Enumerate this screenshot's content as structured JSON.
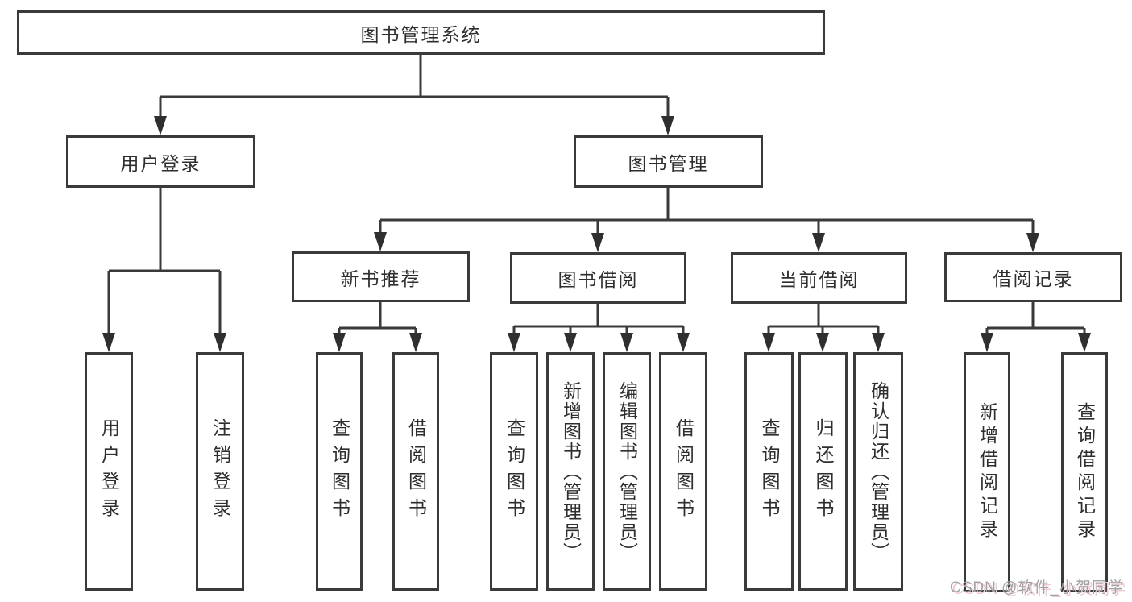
{
  "diagram_title": "图书管理系统",
  "nodes": {
    "root": "图书管理系统",
    "user_login": "用户登录",
    "book_mgmt": "图书管理",
    "recommend": "新书推荐",
    "borrow": "图书借阅",
    "current": "当前借阅",
    "records": "借阅记录"
  },
  "leaves": {
    "user": [
      "用户登录",
      "注销登录"
    ],
    "recommend": [
      "查询图书",
      "借阅图书"
    ],
    "borrow": [
      "查询图书",
      "新增图书（管理员）",
      "编辑图书（管理员）",
      "借阅图书"
    ],
    "current": [
      "查询图书",
      "归还图书",
      "确认归还（管理员）"
    ],
    "records": [
      "新增借阅记录",
      "查询借阅记录"
    ]
  },
  "watermark": "CSDN @软件_小贺同学",
  "colors": {
    "line": "#3a3a3a",
    "text": "#2e2e2e",
    "background": "#ffffff",
    "watermark_gray": "#9fa2a6",
    "watermark_pink": "#f0c9ce"
  }
}
